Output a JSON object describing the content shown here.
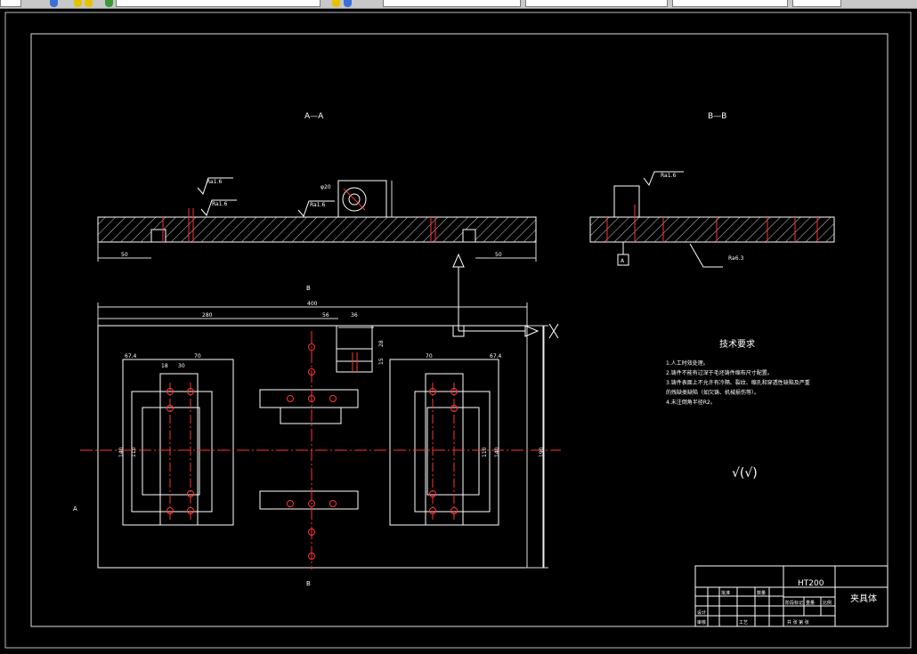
{
  "toolbar": {
    "icons": [
      "doc-icon",
      "layer-icon",
      "color-icon",
      "color-icon-2",
      "properties-icon"
    ],
    "combos": [
      "layer-combo",
      "linetype-combo",
      "lineweight-combo",
      "plotstyle-combo",
      "style-combo"
    ]
  },
  "drawing": {
    "section_aa_title": "A—A",
    "section_bb_title": "B—B",
    "roughness_a1": "Ra1.6",
    "roughness_a2": "Ra1.6",
    "roughness_a3": "Ra1.6",
    "roughness_b1": "Ra1.6",
    "roughness_b2": "Ra6.3",
    "dim_phi20": "φ20",
    "dim_left_50": "50",
    "dim_right_50": "50",
    "dim_400": "400",
    "dim_280": "280",
    "dim_56": "56",
    "dim_36": "36",
    "dim_67_4_left": "67.4",
    "dim_67_4_right": "67.4",
    "dim_70_left": "70",
    "dim_70_right": "70",
    "dim_18": "18",
    "dim_30": "30",
    "dim_140_left": "140",
    "dim_110_left": "110",
    "dim_140_right": "140",
    "dim_110_right": "110",
    "dim_190": "190",
    "dim_28": "28",
    "dim_15": "15",
    "datum_a": "A",
    "view_b_top": "B",
    "view_b_bottom": "B",
    "view_a_left": "A"
  },
  "notes": {
    "title": "技术要求",
    "lines": [
      "1.人工时效处理。",
      "2.铸件不能有过深于毛坯铸件缩布尺寸配置。",
      "3.铸件表面上不允许有冷隔、裂纹、缩孔和穿透性缺陷及严重",
      "的残缺类缺陷（如欠铸、机械损伤等）。",
      "4.未注倒角半径R2。"
    ],
    "roughness_symbol": "√(√)"
  },
  "title_block": {
    "material": "HT200",
    "part_name": "夹具体",
    "scale_label": "比例",
    "weight_label": "重量",
    "qty_label": "数量",
    "stage_label": "阶段标记",
    "designer_label": "设计",
    "checker_label": "审核",
    "process_label": "工艺",
    "approve_label": "批准",
    "sheet_text": "共 张 第 张"
  }
}
